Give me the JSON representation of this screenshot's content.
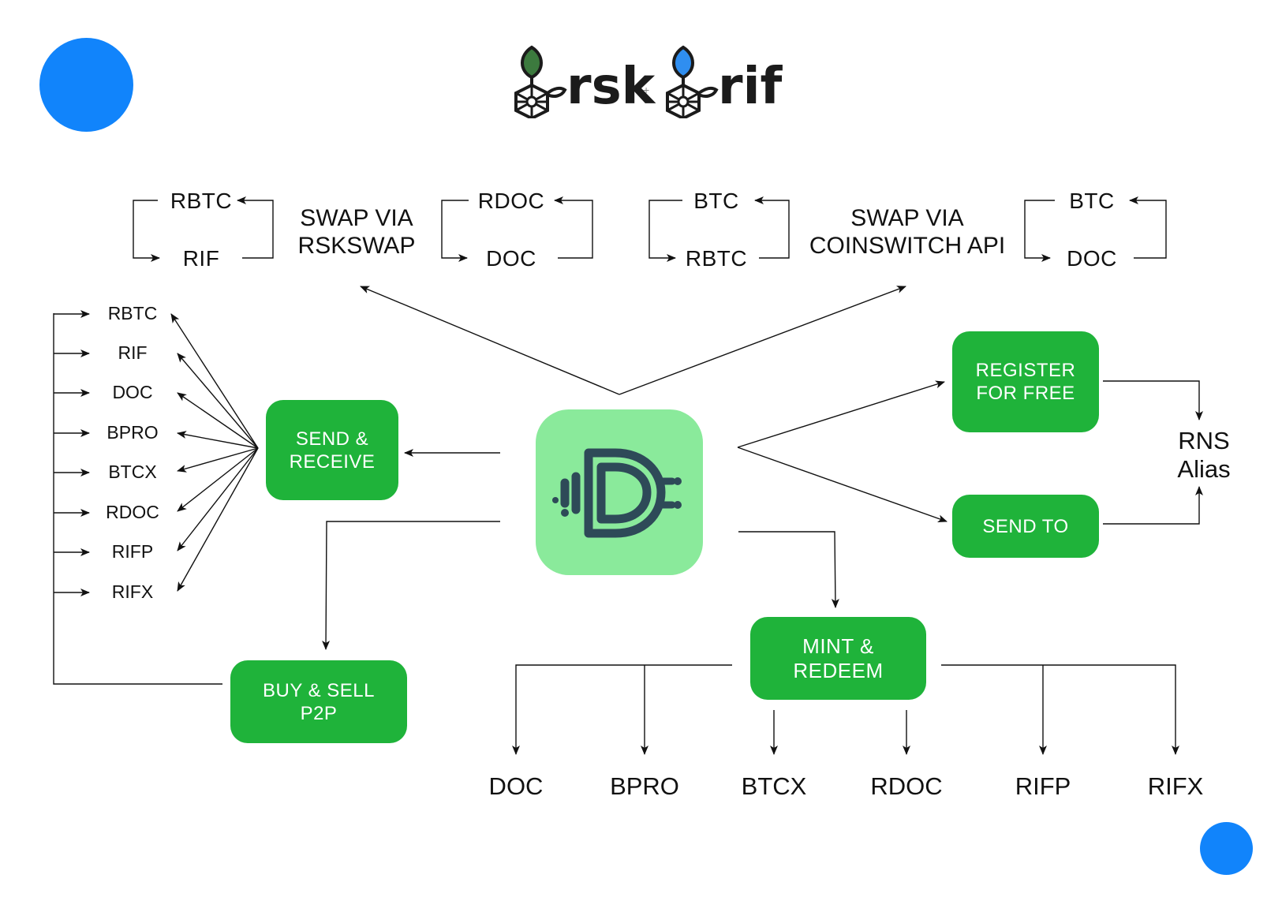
{
  "logo": {
    "left_word": "rsk",
    "right_word": "rif",
    "separator": "+"
  },
  "rskswap": {
    "title_line1": "SWAP VIA",
    "title_line2": "RSKSWAP",
    "pair1": [
      "RBTC",
      "RIF"
    ],
    "pair2": [
      "RDOC",
      "DOC"
    ]
  },
  "coinswitch": {
    "title_line1": "SWAP VIA",
    "title_line2": "COINSWITCH API",
    "pair1": [
      "BTC",
      "RBTC"
    ],
    "pair2": [
      "BTC",
      "DOC"
    ]
  },
  "tokens_left": [
    "RBTC",
    "RIF",
    "DOC",
    "BPRO",
    "BTCX",
    "RDOC",
    "RIFP",
    "RIFX"
  ],
  "boxes": {
    "send_receive": [
      "SEND &",
      "RECEIVE"
    ],
    "buy_sell": [
      "BUY & SELL",
      "P2P"
    ],
    "register": [
      "REGISTER",
      "FOR FREE"
    ],
    "send_to": [
      "SEND TO"
    ],
    "mint_redeem": [
      "MINT &",
      "REDEEM"
    ]
  },
  "rns": [
    "RNS",
    "Alias"
  ],
  "mint_outputs": [
    "DOC",
    "BPRO",
    "BTCX",
    "RDOC",
    "RIFP",
    "RIFX"
  ],
  "colors": {
    "box_green": "#1fb33a",
    "app_tile": "#8aea9b",
    "app_icon": "#2e4a58",
    "dot_blue": "#1184fb",
    "rsk_leaf": "#3c7a3e",
    "rif_leaf": "#2f8ef0"
  },
  "icons": [
    "rsk-logo-icon",
    "rif-logo-icon",
    "app-d-icon"
  ]
}
